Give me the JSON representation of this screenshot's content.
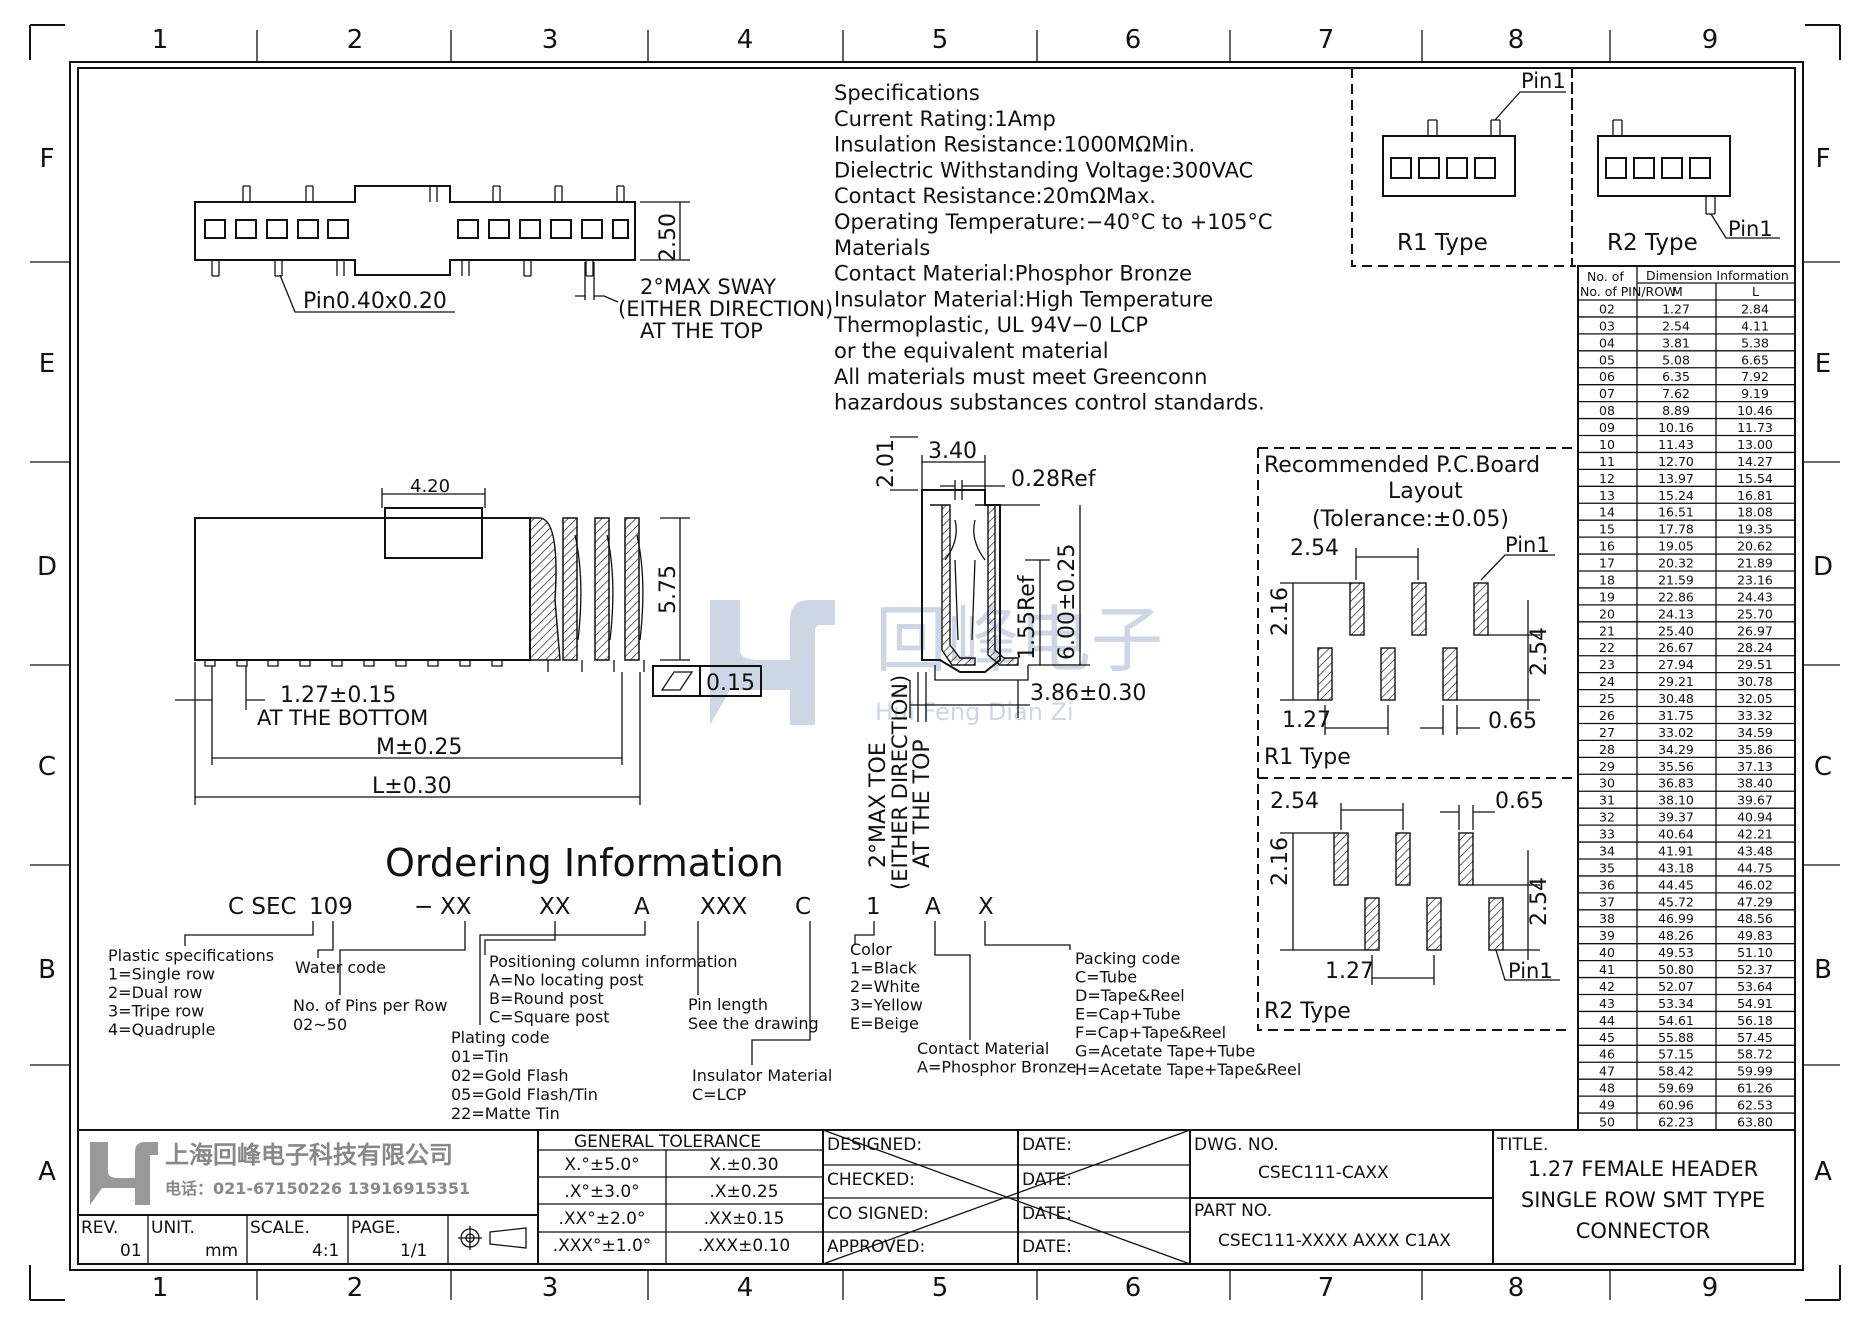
{
  "border": {
    "cols": [
      "1",
      "2",
      "3",
      "4",
      "5",
      "6",
      "7",
      "8",
      "9"
    ],
    "rows": [
      "F",
      "E",
      "D",
      "C",
      "B",
      "A"
    ]
  },
  "specifications": [
    "Specifications",
    "Current Rating:1Amp",
    "Insulation Resistance:1000MΩMin.",
    "Dielectric Withstanding Voltage:300VAC",
    "Contact Resistance:20mΩMax.",
    "Operating Temperature:−40°C to +105°C",
    "Materials",
    "Contact Material:Phosphor Bronze",
    "Insulator Material:High Temperature",
    "Thermoplastic, UL 94V−0 LCP",
    "or the equivalent material",
    "All materials must meet Greenconn",
    "hazardous substances control standards."
  ],
  "top_view": {
    "dim_height": "2.50",
    "pin": "Pin0.40x0.20",
    "sway": [
      "2°MAX SWAY",
      "(EITHER DIRECTION)",
      "AT THE TOP"
    ]
  },
  "types": {
    "r1_label": "R1 Type",
    "r2_label": "R2 Type",
    "pin1": "Pin1"
  },
  "side_view": {
    "dim_420": "4.20",
    "dim_575": "5.75",
    "flat": "0.15",
    "pitch": "1.27±0.15",
    "pitch_note": "AT THE BOTTOM",
    "m": "M±0.25",
    "l": "L±0.30"
  },
  "end_view": {
    "d201": "2.01",
    "d340": "3.40",
    "d028": "0.28Ref",
    "d600": "6.00±0.25",
    "d155": "1.55Ref",
    "d386": "3.86±0.30",
    "toe": [
      "2°MAX TOE",
      "(EITHER DIRECTION)",
      "AT THE TOP"
    ]
  },
  "watermark": {
    "chinese": "回峰电子",
    "pinyin": "Hui Feng Dian Zi"
  },
  "pcb": {
    "title": [
      "Recommended P.C.Board",
      "Layout",
      "(Tolerance:±0.05)"
    ],
    "d254": "2.54",
    "d216": "2.16",
    "d127": "1.27",
    "d065": "0.65",
    "pin1": "Pin1",
    "r1": "R1 Type",
    "r2": "R2 Type"
  },
  "dim_table": {
    "h1": "No. of PIN/ROW",
    "h_group": "Dimension Information",
    "h_m": "M",
    "h_l": "L",
    "rows": [
      [
        "02",
        "1.27",
        "2.84"
      ],
      [
        "03",
        "2.54",
        "4.11"
      ],
      [
        "04",
        "3.81",
        "5.38"
      ],
      [
        "05",
        "5.08",
        "6.65"
      ],
      [
        "06",
        "6.35",
        "7.92"
      ],
      [
        "07",
        "7.62",
        "9.19"
      ],
      [
        "08",
        "8.89",
        "10.46"
      ],
      [
        "09",
        "10.16",
        "11.73"
      ],
      [
        "10",
        "11.43",
        "13.00"
      ],
      [
        "11",
        "12.70",
        "14.27"
      ],
      [
        "12",
        "13.97",
        "15.54"
      ],
      [
        "13",
        "15.24",
        "16.81"
      ],
      [
        "14",
        "16.51",
        "18.08"
      ],
      [
        "15",
        "17.78",
        "19.35"
      ],
      [
        "16",
        "19.05",
        "20.62"
      ],
      [
        "17",
        "20.32",
        "21.89"
      ],
      [
        "18",
        "21.59",
        "23.16"
      ],
      [
        "19",
        "22.86",
        "24.43"
      ],
      [
        "20",
        "24.13",
        "25.70"
      ],
      [
        "21",
        "25.40",
        "26.97"
      ],
      [
        "22",
        "26.67",
        "28.24"
      ],
      [
        "23",
        "27.94",
        "29.51"
      ],
      [
        "24",
        "29.21",
        "30.78"
      ],
      [
        "25",
        "30.48",
        "32.05"
      ],
      [
        "26",
        "31.75",
        "33.32"
      ],
      [
        "27",
        "33.02",
        "34.59"
      ],
      [
        "28",
        "34.29",
        "35.86"
      ],
      [
        "29",
        "35.56",
        "37.13"
      ],
      [
        "30",
        "36.83",
        "38.40"
      ],
      [
        "31",
        "38.10",
        "39.67"
      ],
      [
        "32",
        "39.37",
        "40.94"
      ],
      [
        "33",
        "40.64",
        "42.21"
      ],
      [
        "34",
        "41.91",
        "43.48"
      ],
      [
        "35",
        "43.18",
        "44.75"
      ],
      [
        "36",
        "44.45",
        "46.02"
      ],
      [
        "37",
        "45.72",
        "47.29"
      ],
      [
        "38",
        "46.99",
        "48.56"
      ],
      [
        "39",
        "48.26",
        "49.83"
      ],
      [
        "40",
        "49.53",
        "51.10"
      ],
      [
        "41",
        "50.80",
        "52.37"
      ],
      [
        "42",
        "52.07",
        "53.64"
      ],
      [
        "43",
        "53.34",
        "54.91"
      ],
      [
        "44",
        "54.61",
        "56.18"
      ],
      [
        "45",
        "55.88",
        "57.45"
      ],
      [
        "46",
        "57.15",
        "58.72"
      ],
      [
        "47",
        "58.42",
        "59.99"
      ],
      [
        "48",
        "59.69",
        "61.26"
      ],
      [
        "49",
        "60.96",
        "62.53"
      ],
      [
        "50",
        "62.23",
        "63.80"
      ]
    ]
  },
  "ordering": {
    "title": "Ordering Information",
    "code": [
      "C SEC",
      "109",
      "−",
      "XX",
      "XX",
      "A",
      "XXX",
      "C",
      "1",
      "A",
      "X"
    ],
    "plastic": [
      "Plastic specifications",
      "1=Single row",
      "2=Dual row",
      "3=Tripe row",
      "4=Quadruple"
    ],
    "water": "Water code",
    "pins": [
      "No. of Pins per Row",
      "02~50"
    ],
    "positioning": [
      "Positioning column information",
      "A=No locating post",
      "B=Round post",
      "C=Square post"
    ],
    "plating": [
      "Plating code",
      "01=Tin",
      "02=Gold Flash",
      "05=Gold Flash/Tin",
      "22=Matte Tin"
    ],
    "pinlen": [
      "Pin length",
      "See the drawing"
    ],
    "insulator": [
      "Insulator Material",
      "C=LCP"
    ],
    "color": [
      "Color",
      "1=Black",
      "2=White",
      "3=Yellow",
      "E=Beige"
    ],
    "contact": [
      "Contact Material",
      "A=Phosphor Bronze"
    ],
    "packing": [
      "Packing code",
      "C=Tube",
      "D=Tape&Reel",
      "E=Cap+Tube",
      "F=Cap+Tape&Reel",
      "G=Acetate Tape+Tube",
      "H=Acetate Tape+Tape&Reel"
    ]
  },
  "title_block": {
    "company": "上海回峰电子科技有限公司",
    "phone": "电话：021-67150226  13916915351",
    "rev_label": "REV.",
    "rev": "01",
    "unit_label": "UNIT.",
    "unit": "mm",
    "scale_label": "SCALE.",
    "scale": "4:1",
    "page_label": "PAGE.",
    "page": "1/1",
    "tol_title": "GENERAL TOLERANCE",
    "tol": [
      [
        "X.°±5.0°",
        "X.±0.30"
      ],
      [
        ".X°±3.0°",
        ".X±0.25"
      ],
      [
        ".XX°±2.0°",
        ".XX±0.15"
      ],
      [
        ".XXX°±1.0°",
        ".XXX±0.10"
      ]
    ],
    "designed": "DESIGNED:",
    "checked": "CHECKED:",
    "co_signed": "CO SIGNED:",
    "approved": "APPROVED:",
    "date": "DATE:",
    "dwg_label": "DWG. NO.",
    "dwg": "CSEC111-CAXX",
    "part_label": "PART NO.",
    "part": "CSEC111-XXXX AXXX C1AX",
    "title_label": "TITLE.",
    "title": [
      "1.27 FEMALE HEADER",
      "SINGLE ROW SMT TYPE",
      "CONNECTOR"
    ]
  }
}
